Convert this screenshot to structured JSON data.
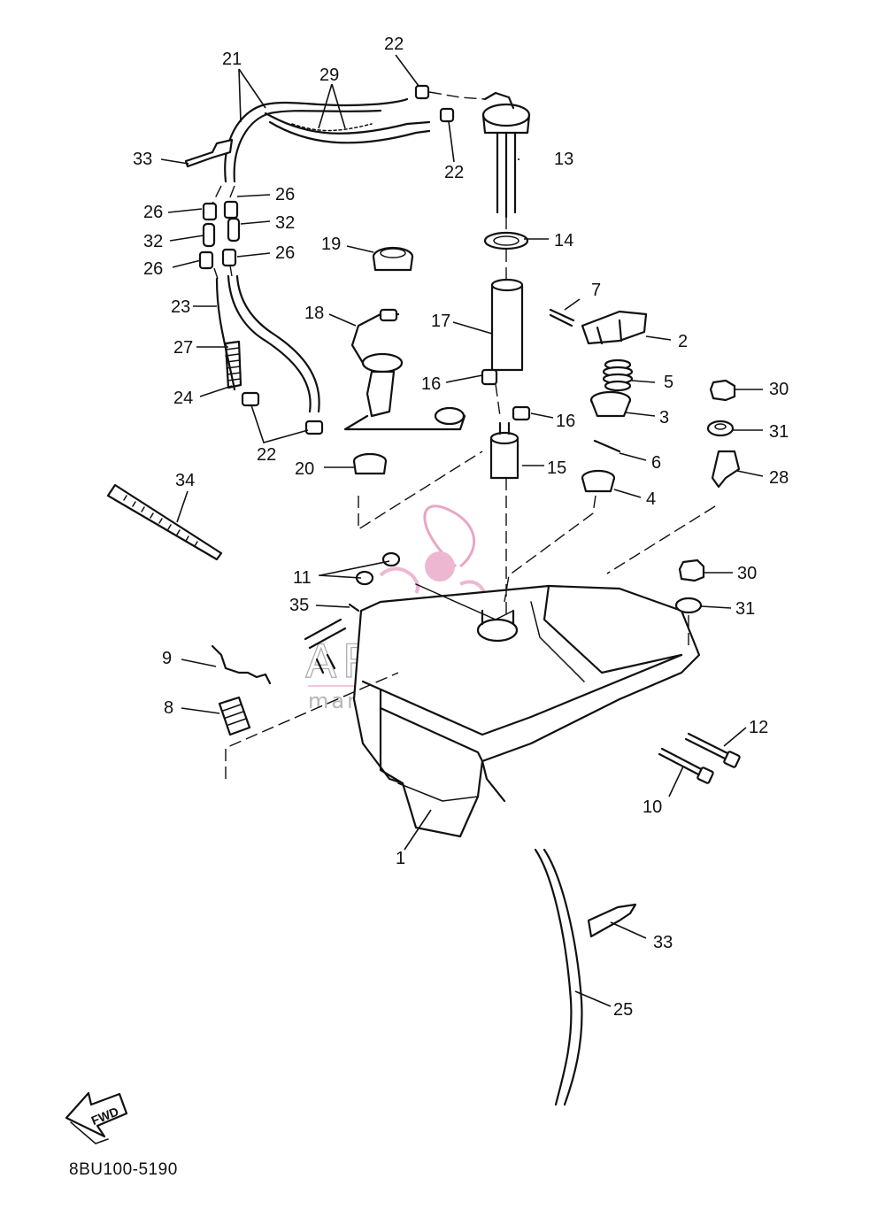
{
  "diagram": {
    "code": "8BU100-5190",
    "fwd_label": "FWD",
    "watermark": {
      "brand": "ARMADA",
      "tagline": "marine outboards"
    },
    "part_labels": {
      "p1": "1",
      "p2": "2",
      "p3": "3",
      "p4": "4",
      "p5": "5",
      "p6": "6",
      "p7": "7",
      "p8": "8",
      "p9": "9",
      "p10": "10",
      "p11": "11",
      "p12": "12",
      "p13": "13",
      "p14": "14",
      "p15": "15",
      "p16a": "16",
      "p16b": "16",
      "p17": "17",
      "p18": "18",
      "p19": "19",
      "p20": "20",
      "p21": "21",
      "p22a": "22",
      "p22b": "22",
      "p22c": "22",
      "p23": "23",
      "p24": "24",
      "p25": "25",
      "p26a": "26",
      "p26b": "26",
      "p26c": "26",
      "p26d": "26",
      "p27": "27",
      "p28": "28",
      "p29": "29",
      "p30a": "30",
      "p30b": "30",
      "p31a": "31",
      "p31b": "31",
      "p32a": "32",
      "p32b": "32",
      "p33a": "33",
      "p33b": "33",
      "p34": "34",
      "p35": "35"
    }
  }
}
